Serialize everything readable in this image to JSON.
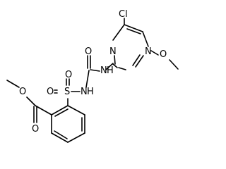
{
  "molecule": {
    "atom_labels": {
      "cl": "Cl",
      "n_ring_upper": "N",
      "n_ring_lower": "N",
      "o_methoxy": "O",
      "o_carbonyl_urea": "O",
      "nh_urea": "N",
      "h_urea": "H",
      "o_sulfonyl_left": "O",
      "s_sulfonyl": "S",
      "o_sulfonyl_right": "O",
      "nh_sulfonamide": "N",
      "h_sulfonamide": "H",
      "o_ester_ether": "O",
      "o_ester_carbonyl": "O"
    }
  }
}
